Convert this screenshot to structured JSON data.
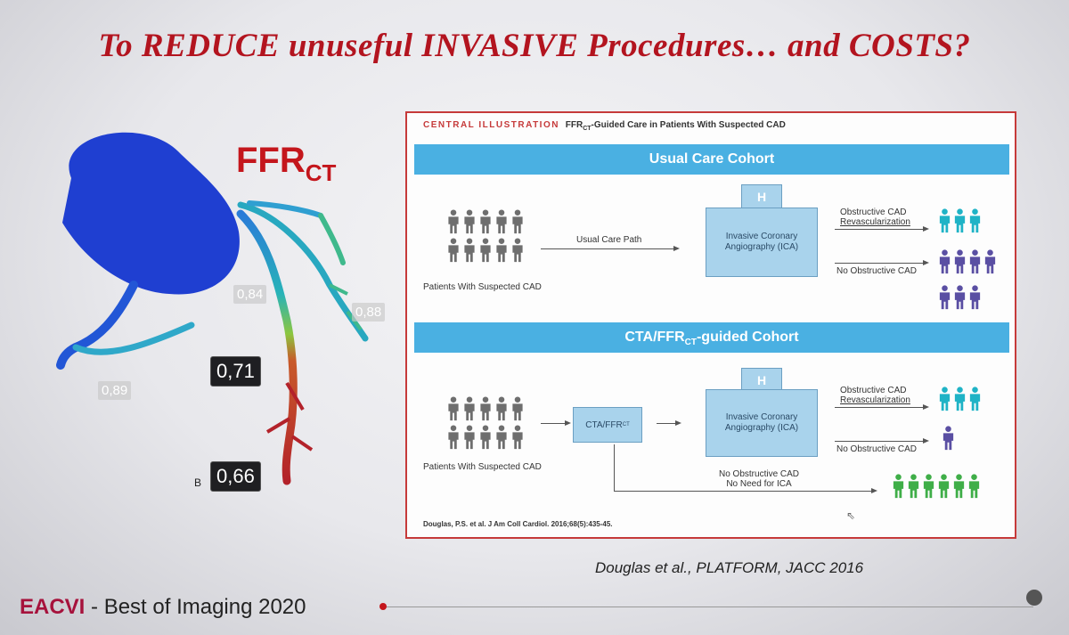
{
  "slide": {
    "title": "To REDUCE unuseful INVASIVE Procedures… and COSTS?",
    "ffr_label_main": "FFR",
    "ffr_label_sub": "CT",
    "values": {
      "v084": "0,84",
      "v088": "0,88",
      "v089": "0,89",
      "v071": "0,71",
      "v066": "0,66"
    },
    "panel_letter": "B",
    "reference": "Douglas et al., PLATFORM, JACC 2016",
    "footer_brand": "EACVI",
    "footer_rest": " - Best of Imaging 2020"
  },
  "illustration": {
    "header_tag": "CENTRAL ILLUSTRATION",
    "header_title_pre": "FFR",
    "header_title_sub": "CT",
    "header_title_post": "-Guided Care in Patients With Suspected CAD",
    "usual": {
      "band": "Usual Care Cohort",
      "patients_label": "Patients With Suspected CAD",
      "path_label": "Usual Care Path",
      "hospital_letter": "H",
      "ica_label_line1": "Invasive Coronary",
      "ica_label_line2": "Angiography (ICA)",
      "outcome_obstructive_line1": "Obstructive CAD",
      "outcome_obstructive_line2": "Revascularization",
      "outcome_no_obstructive": "No Obstructive CAD"
    },
    "guided": {
      "band_pre": "CTA/FFR",
      "band_sub": "CT",
      "band_post": "-guided Cohort",
      "patients_label": "Patients With Suspected CAD",
      "cta_pre": "CTA/FFR",
      "cta_sub": "CT",
      "hospital_letter": "H",
      "ica_label_line1": "Invasive Coronary",
      "ica_label_line2": "Angiography (ICA)",
      "outcome_obstructive_line1": "Obstructive CAD",
      "outcome_obstructive_line2": "Revascularization",
      "outcome_no_obstructive": "No Obstructive CAD",
      "no_need_line1": "No Obstructive CAD",
      "no_need_line2": "No Need for ICA"
    },
    "citation": "Douglas, P.S. et al. J Am Coll Cardiol. 2016;68(5):435-45."
  },
  "colors": {
    "title_red": "#b3141f",
    "band_blue": "#4ab0e2",
    "person_gray": "#6e6e6e",
    "person_teal": "#1fb3c6",
    "person_purple": "#5a4fa3",
    "person_green": "#3fae48"
  }
}
